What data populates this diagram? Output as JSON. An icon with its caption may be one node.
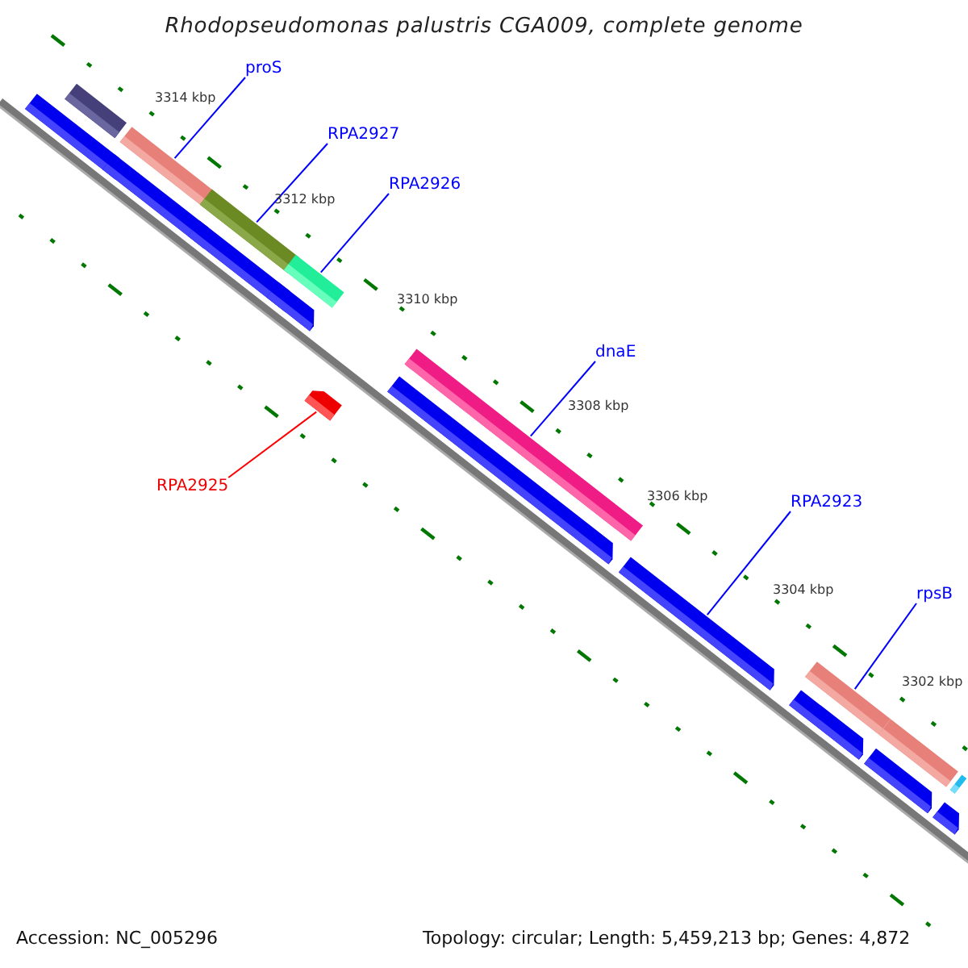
{
  "diagram": {
    "title": "Rhodopseudomonas palustris CGA009, complete genome",
    "nodes": [
      {
        "text": [
          "proS"
        ]
      },
      {
        "text": [],
        "shape": "bar"
      },
      {
        "text": [
          "RPA2927"
        ]
      },
      {
        "text": [],
        "shape": "bar"
      },
      {
        "text": [
          "RPA2926"
        ]
      },
      {
        "text": [],
        "shape": "bar"
      },
      {
        "text": [
          "RPA2925"
        ]
      },
      {
        "text": [],
        "shape": "arrow"
      },
      {
        "text": [
          "dnaE"
        ]
      },
      {
        "text": [],
        "shape": "bar"
      },
      {
        "text": [
          "RPA2923"
        ]
      },
      {
        "text": [],
        "shape": "arrow"
      },
      {
        "text": [
          "rpsB"
        ]
      },
      {
        "text": [],
        "shape": "bar"
      },
      {
        "text": [],
        "shape": "bar"
      },
      {
        "text": [],
        "shape": "arrow"
      },
      {
        "text": [],
        "shape": "arrow"
      },
      {
        "text": [],
        "shape": "arrow"
      },
      {
        "text": [],
        "shape": "arrow"
      },
      {
        "text": [],
        "shape": "arrow"
      },
      {
        "text": [],
        "shape": "arrow"
      },
      {
        "text": [],
        "shape": "bar"
      },
      {
        "text": [],
        "shape": "arrow"
      },
      {
        "text": [],
        "shape": "bar"
      },
      {
        "text": [],
        "shape": "arrow"
      }
    ],
    "edges": [
      {
        "from": 0,
        "to": 1,
        "arrow": "none"
      },
      {
        "from": 2,
        "to": 3,
        "arrow": "none"
      },
      {
        "from": 4,
        "to": 5,
        "arrow": "none"
      },
      {
        "from": 6,
        "to": 7,
        "arrow": "none",
        "color": "#ff0000"
      },
      {
        "from": 8,
        "to": 9,
        "arrow": "none"
      },
      {
        "from": 10,
        "to": 11,
        "arrow": "none"
      },
      {
        "from": 12,
        "to": 13,
        "arrow": "none"
      }
    ],
    "labels": [
      "3314 kbp",
      "3312 kbp",
      "3310 kbp",
      "3308 kbp",
      "3306 kbp",
      "3304 kbp",
      "3302 kbp",
      "Accession: NC_005296",
      "Topology: circular; Length: 5,459,213 bp; Genes: 4,872"
    ]
  }
}
